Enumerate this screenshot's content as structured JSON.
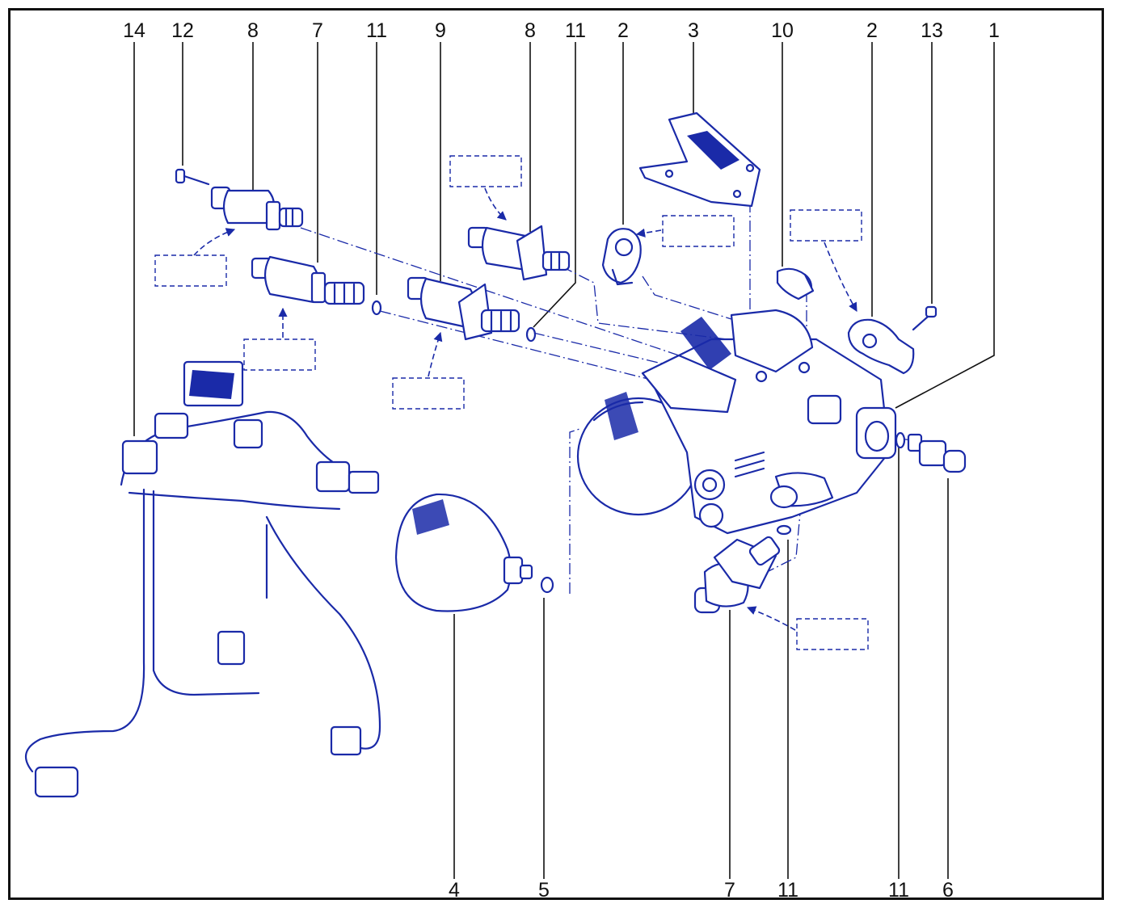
{
  "colors": {
    "line_art": "#1a2aa8",
    "labels": "#111111",
    "frame": "#111111"
  },
  "callouts_top": [
    "14",
    "12",
    "8",
    "7",
    "11",
    "9",
    "8",
    "11",
    "2",
    "3",
    "10",
    "2",
    "13",
    "1"
  ],
  "callouts_bottom": [
    "4",
    "5",
    "7",
    "11",
    "11",
    "6"
  ]
}
